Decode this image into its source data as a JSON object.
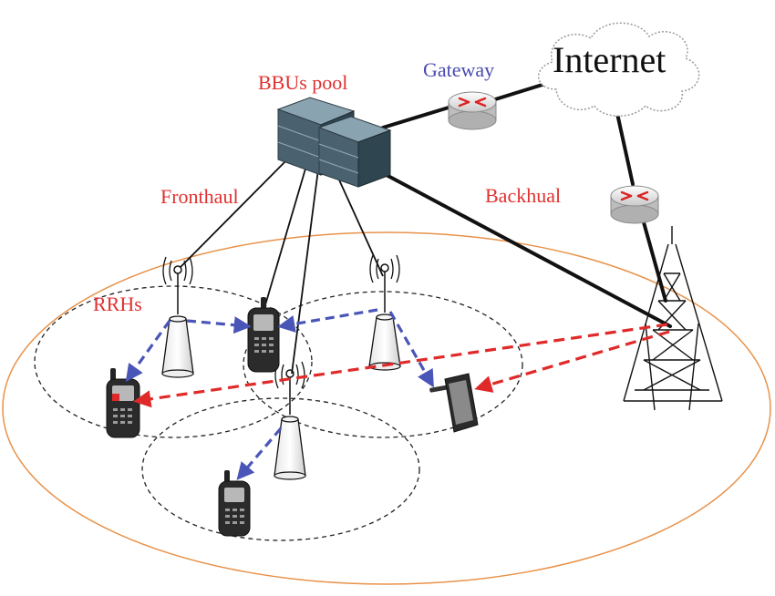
{
  "labels": {
    "internet": "Internet",
    "gateway": "Gateway",
    "bbu_pool": "BBUs pool",
    "fronthaul": "Fronthaul",
    "backhaul": "Backhual",
    "rrhs": "RRHs"
  },
  "colors": {
    "label_red": "#e0312f",
    "label_blue": "#4a4ab0",
    "coverage_ellipse": "#e8924a",
    "link_red": "#e02a2a",
    "link_blue": "#4a55b8",
    "cell_border": "#222222",
    "server_body": "#4a6270"
  },
  "icons": {
    "cloud": "internet-cloud-icon",
    "router": "router-icon",
    "server": "bbu-server-icon",
    "rrh": "antenna-rrh-icon",
    "tower": "macro-tower-icon",
    "phone": "mobile-phone-icon",
    "tablet": "tablet-icon"
  }
}
